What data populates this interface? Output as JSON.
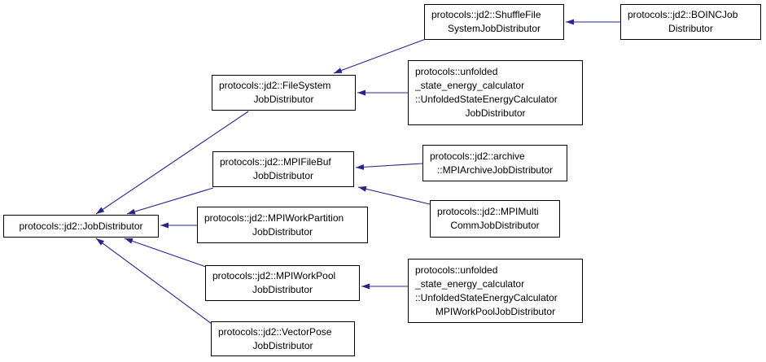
{
  "diagram": {
    "kind": "class-inheritance-graph",
    "edge_color": "#25258a",
    "node_border_color": "#000000",
    "node_fill_color": "#ffffff",
    "background_color": "#ffffff"
  },
  "nodes": {
    "jobdistributor": {
      "lines": [
        "protocols::jd2::JobDistributor"
      ]
    },
    "filesystem": {
      "lines": [
        "protocols::jd2::FileSystem",
        "JobDistributor"
      ]
    },
    "shufflefile": {
      "lines": [
        "protocols::jd2::ShuffleFile",
        "SystemJobDistributor"
      ]
    },
    "boinc": {
      "lines": [
        "protocols::jd2::BOINCJob",
        "Distributor"
      ]
    },
    "unfolded_jd": {
      "lines": [
        "protocols::unfolded",
        "_state_energy_calculator",
        "::UnfoldedStateEnergyCalculator",
        "JobDistributor"
      ]
    },
    "mpifilebuf": {
      "lines": [
        "protocols::jd2::MPIFileBuf",
        "JobDistributor"
      ]
    },
    "archive": {
      "lines": [
        "protocols::jd2::archive",
        "::MPIArchiveJobDistributor"
      ]
    },
    "mpimulti": {
      "lines": [
        "protocols::jd2::MPIMulti",
        "CommJobDistributor"
      ]
    },
    "workpartition": {
      "lines": [
        "protocols::jd2::MPIWorkPartition",
        "JobDistributor"
      ]
    },
    "workpool": {
      "lines": [
        "protocols::jd2::MPIWorkPool",
        "JobDistributor"
      ]
    },
    "unfolded_wp": {
      "lines": [
        "protocols::unfolded",
        "_state_energy_calculator",
        "::UnfoldedStateEnergyCalculator",
        "MPIWorkPoolJobDistributor"
      ]
    },
    "vectorpose": {
      "lines": [
        "protocols::jd2::VectorPose",
        "JobDistributor"
      ]
    }
  },
  "edges": [
    {
      "derived": "boinc",
      "base": "shufflefile"
    },
    {
      "derived": "shufflefile",
      "base": "filesystem"
    },
    {
      "derived": "unfolded_jd",
      "base": "filesystem"
    },
    {
      "derived": "filesystem",
      "base": "jobdistributor"
    },
    {
      "derived": "mpifilebuf",
      "base": "jobdistributor"
    },
    {
      "derived": "workpartition",
      "base": "jobdistributor"
    },
    {
      "derived": "workpool",
      "base": "jobdistributor"
    },
    {
      "derived": "vectorpose",
      "base": "jobdistributor"
    },
    {
      "derived": "archive",
      "base": "mpifilebuf"
    },
    {
      "derived": "mpimulti",
      "base": "mpifilebuf"
    },
    {
      "derived": "unfolded_wp",
      "base": "workpool"
    }
  ]
}
